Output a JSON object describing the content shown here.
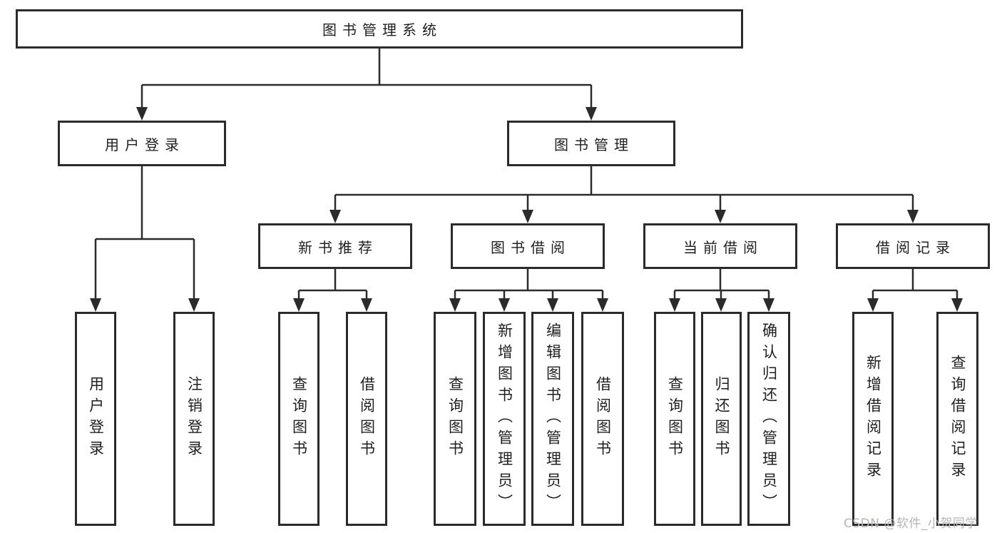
{
  "diagram": {
    "root": "图书管理系统",
    "branches": {
      "user_login": "用户登录",
      "book_management": "图书管理"
    },
    "modules": [
      "新书推荐",
      "图书借阅",
      "当前借阅",
      "借阅记录"
    ],
    "leaves": {
      "user_login": [
        "用户登录",
        "注销登录"
      ],
      "new_book_recommend": [
        "查询图书",
        "借阅图书"
      ],
      "book_borrow": [
        "查询图书",
        "新增图书（管理员）",
        "编辑图书（管理员）",
        "借阅图书"
      ],
      "current_borrow": [
        "查询图书",
        "归还图书",
        "确认归还（管理员）"
      ],
      "borrow_records": [
        "新增借阅记录",
        "查询借阅记录"
      ]
    }
  },
  "watermark": "CSDN @软件_小贺同学",
  "colors": {
    "line": "#2b2b2b",
    "border": "#2b2b2b",
    "text": "#1f1f1f",
    "background": "#ffffff",
    "watermark": "#b4b4b9"
  }
}
